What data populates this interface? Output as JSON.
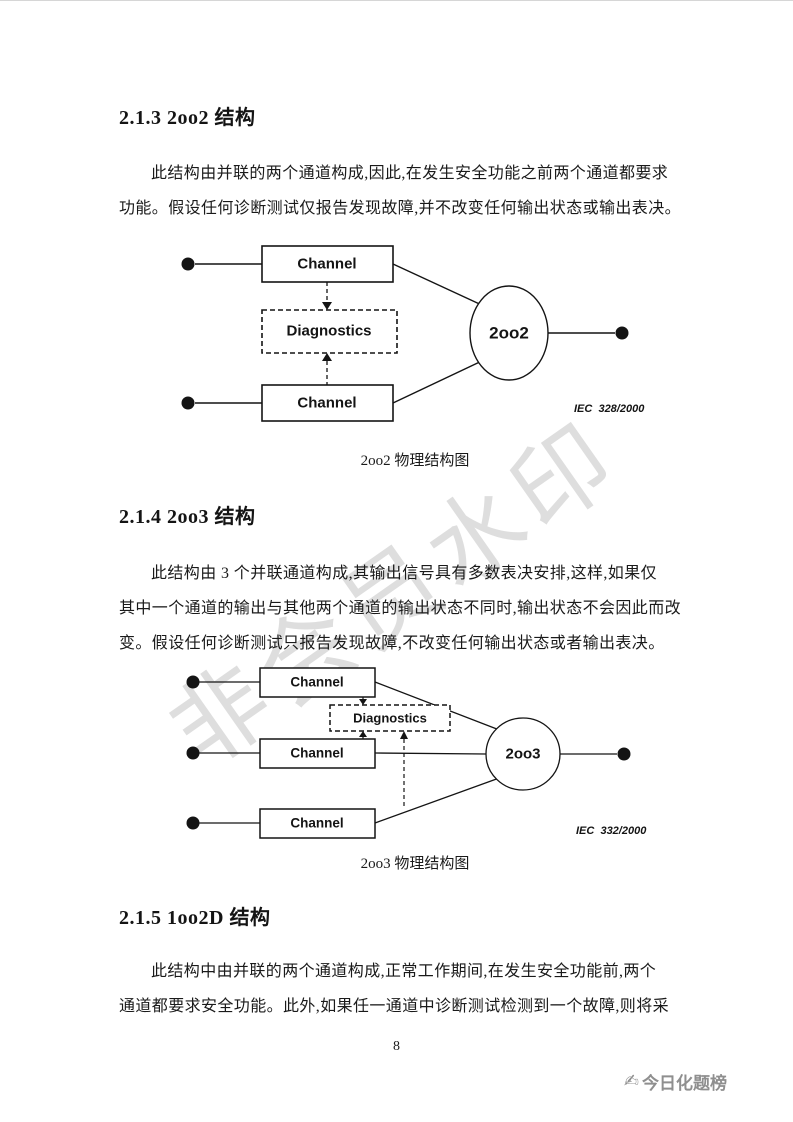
{
  "watermark": {
    "text": "非会员水印"
  },
  "footer": {
    "page_number": "8",
    "brand": "今日化题榜",
    "pen_icon": "✍"
  },
  "section_2oo2": {
    "heading": "2.1.3 2oo2 结构",
    "lines": [
      "此结构由并联的两个通道构成,因此,在发生安全功能之前两个通道都要求",
      "功能。假设任何诊断测试仅报告发现故障,并不改变任何输出状态或输出表决。"
    ],
    "diagram": {
      "channel_top": "Channel",
      "diagnostics": "Diagnostics",
      "channel_bottom": "Channel",
      "voter": "2oo2",
      "iec": "IEC  328/2000",
      "caption": "2oo2 物理结构图"
    }
  },
  "section_2oo3": {
    "heading": "2.1.4 2oo3 结构",
    "lines": [
      "此结构由 3 个并联通道构成,其输出信号具有多数表决安排,这样,如果仅",
      "其中一个通道的输出与其他两个通道的输出状态不同时,输出状态不会因此而改",
      "变。假设任何诊断测试只报告发现故障,不改变任何输出状态或者输出表决。"
    ],
    "diagram": {
      "channel_1": "Channel",
      "channel_2": "Channel",
      "channel_3": "Channel",
      "diagnostics": "Diagnostics",
      "voter": "2oo3",
      "iec": "IEC  332/2000",
      "caption": "2oo3 物理结构图"
    }
  },
  "section_1oo2d": {
    "heading": "2.1.5 1oo2D 结构",
    "lines": [
      "此结构中由并联的两个通道构成,正常工作期间,在发生安全功能前,两个",
      "通道都要求安全功能。此外,如果任一通道中诊断测试检测到一个故障,则将采"
    ]
  }
}
